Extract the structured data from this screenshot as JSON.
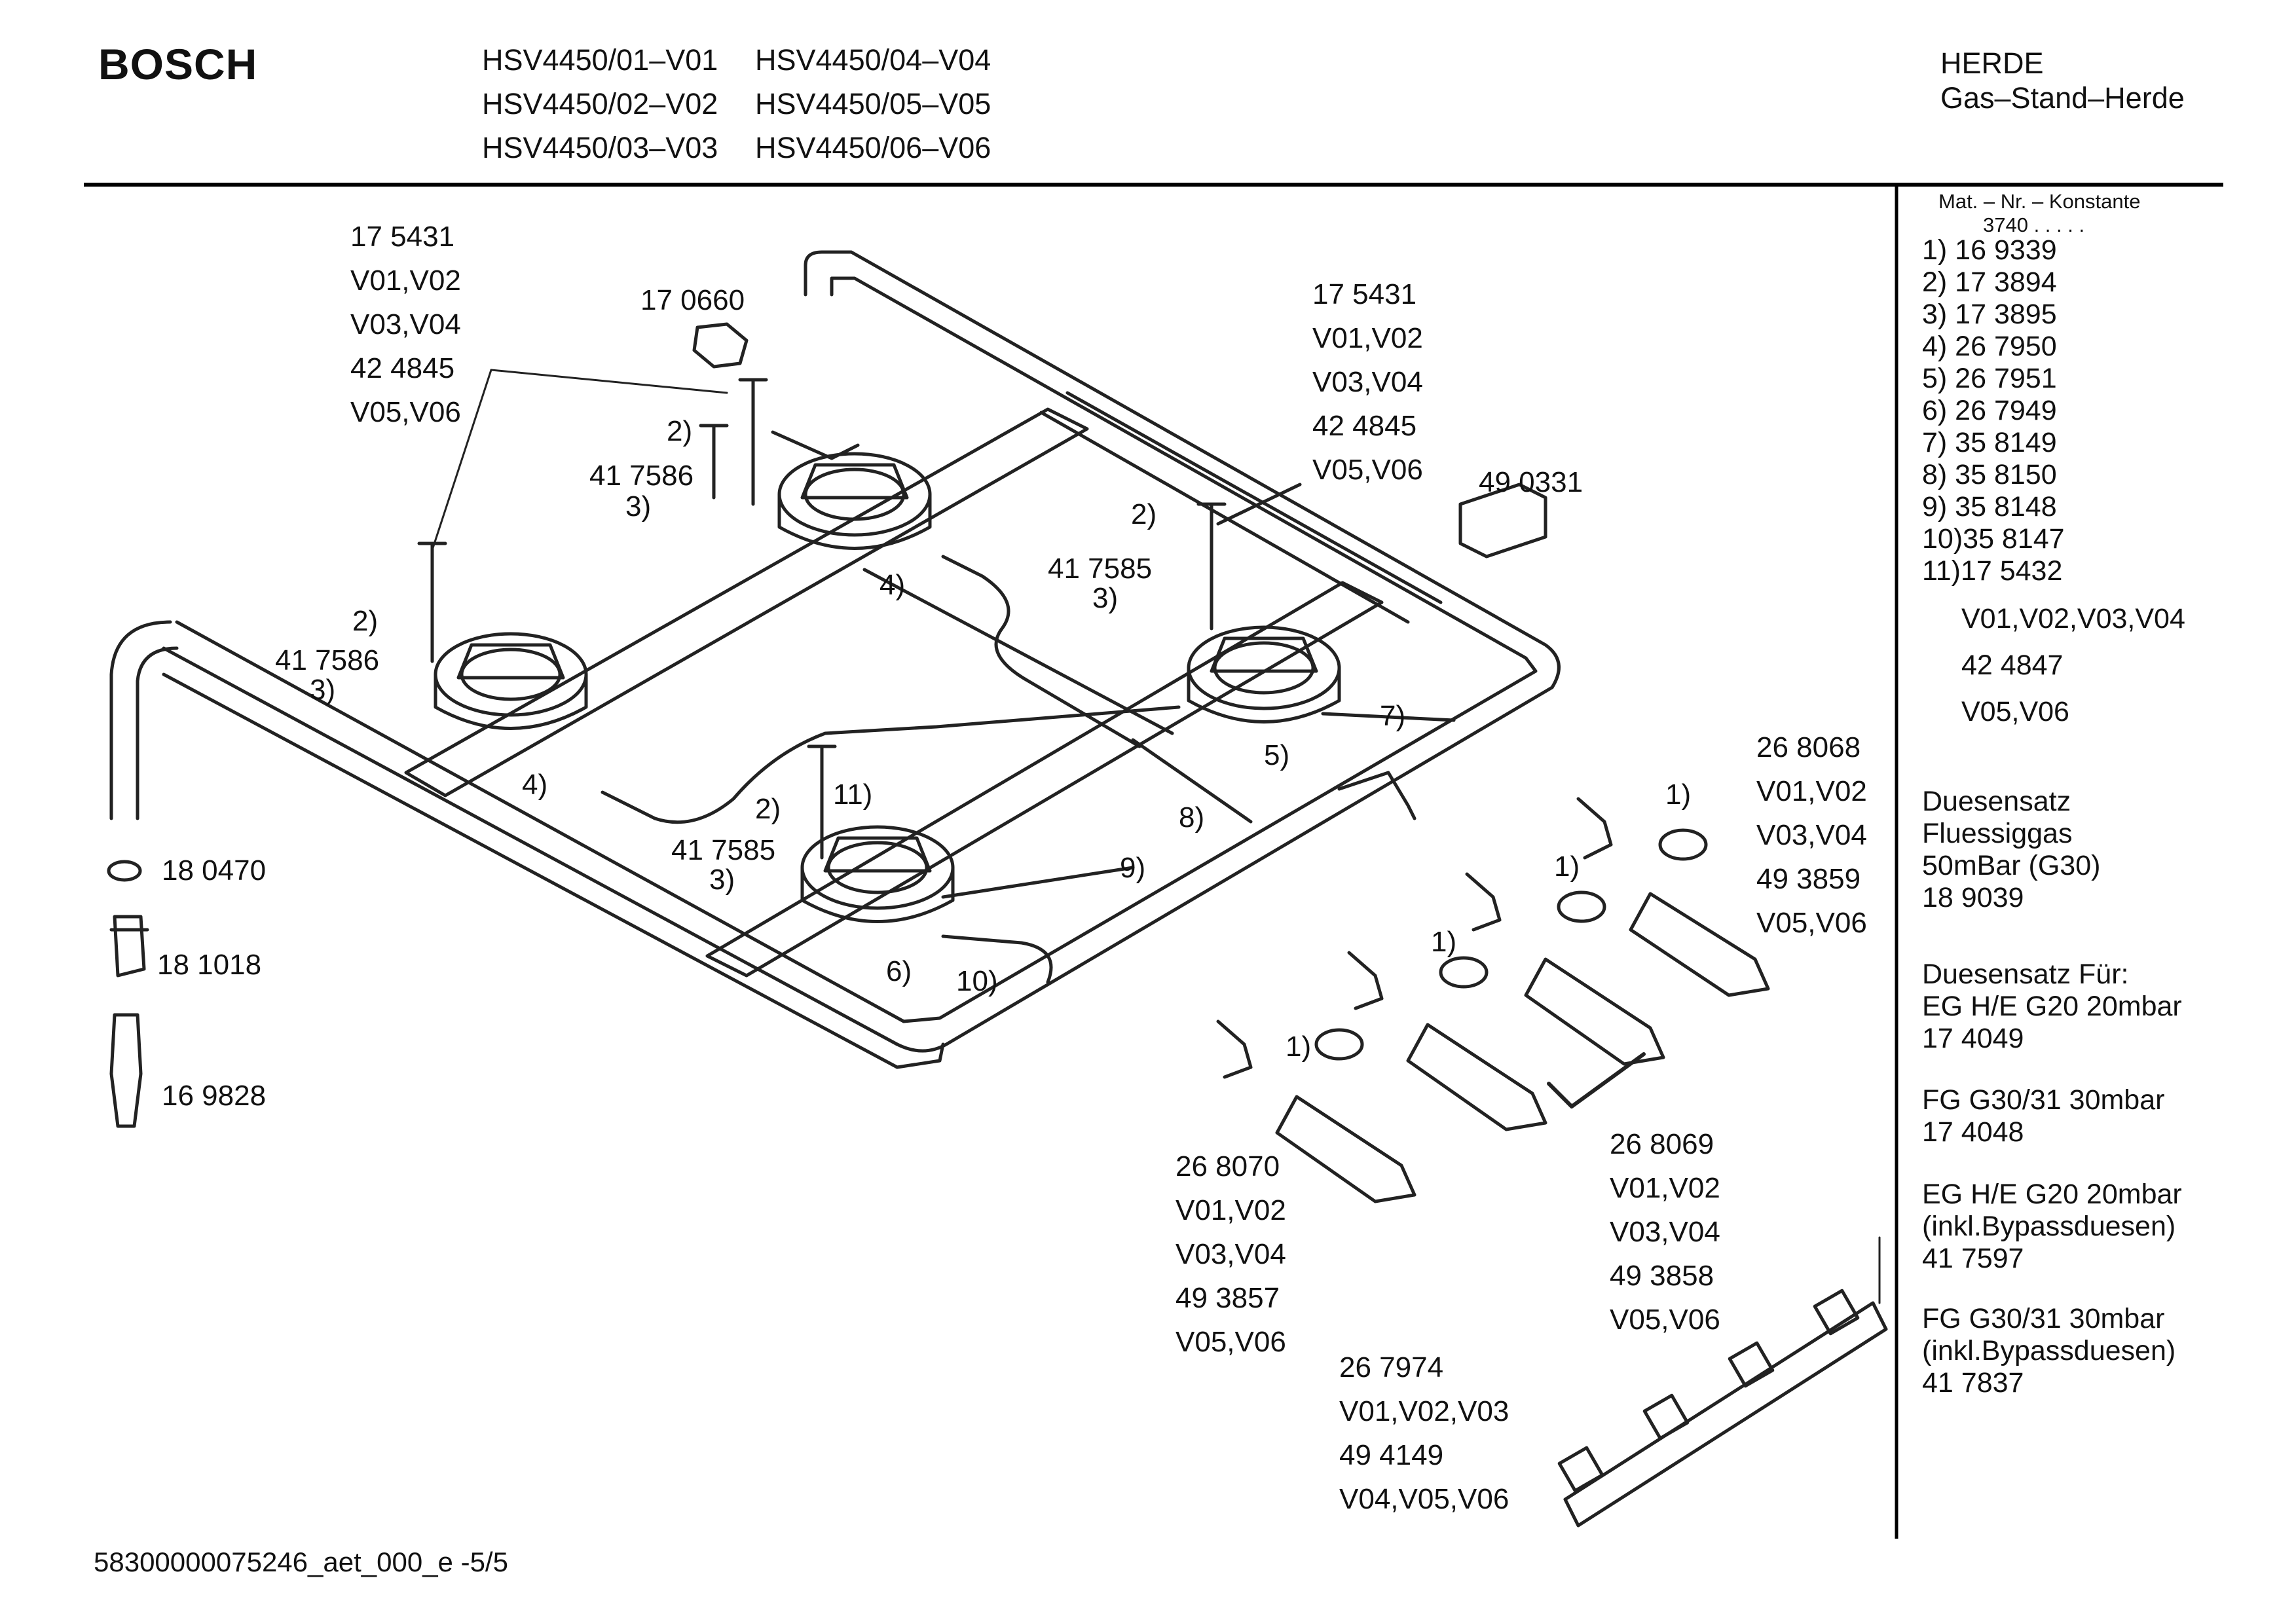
{
  "header": {
    "brand": "BOSCH",
    "models_col1": [
      "HSV4450/01–V01",
      "HSV4450/02–V02",
      "HSV4450/03–V03"
    ],
    "models_col2": [
      "HSV4450/04–V04",
      "HSV4450/05–V05",
      "HSV4450/06–V06"
    ],
    "category": "HERDE",
    "subcategory": "Gas–Stand–Herde"
  },
  "sidebar": {
    "title": "Mat. – Nr. – Konstante",
    "const": "3740 .   .   .   .   .",
    "parts": [
      "1) 16 9339",
      "2) 17 3894",
      "3)  17 3895",
      "4)  26 7950",
      "5)  26 7951",
      "6)  26 7949",
      "7)  35 8149",
      "8)  35 8150",
      "9)  35 8148",
      "10)35 8147",
      "11)17 5432"
    ],
    "variant_block": [
      "V01,V02,V03,V04",
      "42 4847",
      "V05,V06"
    ],
    "sets": [
      [
        "Duesensatz",
        "Fluessiggas",
        "50mBar (G30)",
        "18 9039"
      ],
      [
        "Duesensatz Für:",
        "EG H/E G20 20mbar",
        "17 4049"
      ],
      [
        "FG G30/31 30mbar",
        "17 4048"
      ],
      [
        "EG H/E G20 20mbar",
        "(inkl.Bypassduesen)",
        "41 7597"
      ],
      [
        "FG G30/31 30mbar",
        "(inkl.Bypassduesen)",
        "41 7837"
      ]
    ]
  },
  "labels": {
    "left_thermo": [
      "17 5431",
      "V01,V02",
      "V03,V04",
      "42 4845",
      "V05,V06"
    ],
    "right_thermo": [
      "17 5431",
      "V01,V02",
      "V03,V04",
      "42 4845",
      "V05,V06"
    ],
    "valve_a": [
      "26 8068",
      "V01,V02",
      "V03,V04",
      "49 3859",
      "V05,V06"
    ],
    "valve_b": [
      "26 8069",
      "V01,V02",
      "V03,V04",
      "49 3858",
      "V05,V06"
    ],
    "valve_c": [
      "26 8070",
      "V01,V02",
      "V03,V04",
      "49 3857",
      "V05,V06"
    ],
    "bracket": [
      "26 7974",
      "V01,V02,V03",
      "49 4149",
      "V04,V05,V06"
    ],
    "nut": "17 0660",
    "switch": "49 0331",
    "washer": "18 0470",
    "union": "18 1018",
    "connector": "16 9828",
    "part_417586_a": "41 7586",
    "part_417586_b": "41 7586",
    "part_417585_a": "41 7585",
    "part_417585_b": "41 7585",
    "callouts": {
      "c2a": "2)",
      "c3a": "3)",
      "c2b": "2)",
      "c3b": "3)",
      "c2c": "2)",
      "c3c": "3)",
      "c2d": "2)",
      "c3d": "3)",
      "c4a": "4)",
      "c4b": "4)",
      "c5": "5)",
      "c6": "6)",
      "c7": "7)",
      "c8": "8)",
      "c9": "9)",
      "c10": "10)",
      "c11": "11)",
      "c1a": "1)",
      "c1b": "1)",
      "c1c": "1)",
      "c1d": "1)"
    }
  },
  "footer": {
    "doc_id": "58300000075246_aet_000_e -5/5"
  }
}
